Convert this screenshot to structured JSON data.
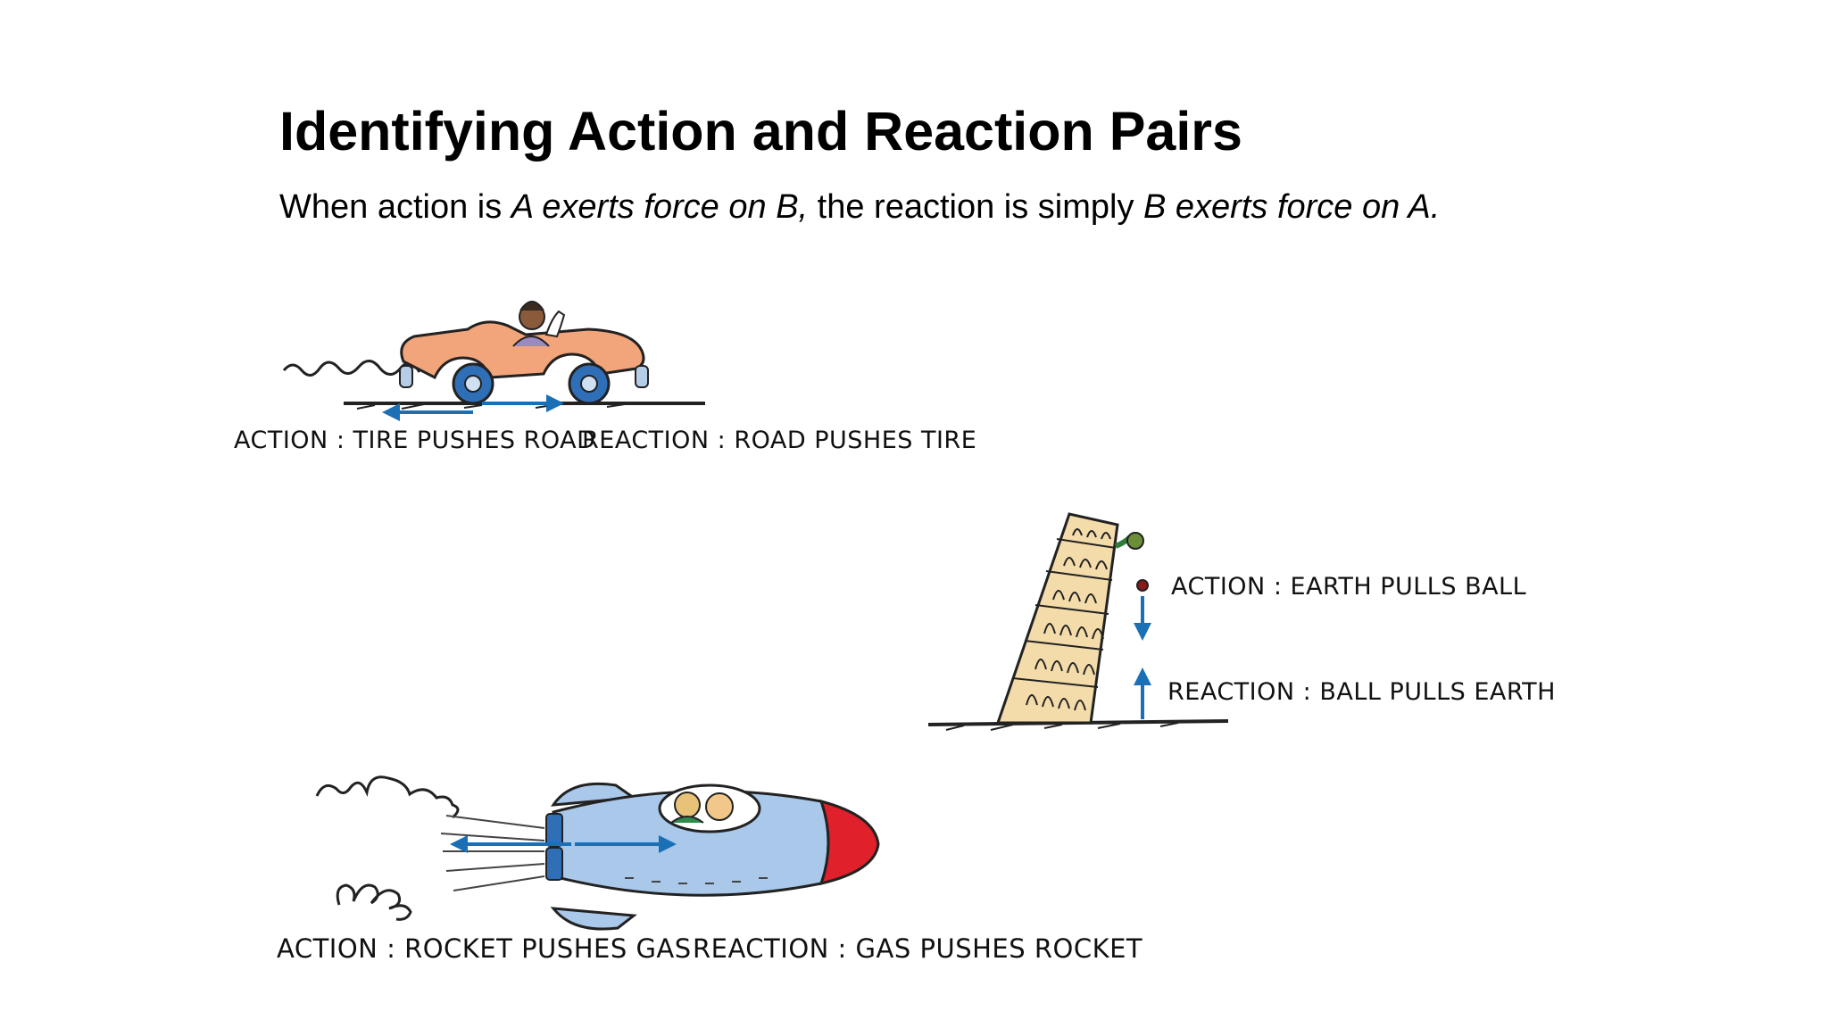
{
  "slide": {
    "title": "Identifying Action and Reaction Pairs",
    "subtitle": {
      "part1": "When action is ",
      "italic1": "A exerts force on B,",
      "part2": " the reaction is simply ",
      "italic2": "B exerts force on A."
    }
  },
  "scenes": {
    "car": {
      "action": "ACTION : TIRE PUSHES ROAD",
      "reaction": "REACTION : ROAD PUSHES TIRE"
    },
    "tower": {
      "action": "ACTION : EARTH PULLS BALL",
      "reaction": "REACTION : BALL PULLS EARTH"
    },
    "rocket": {
      "action": "ACTION : ROCKET PUSHES GAS",
      "reaction": "REACTION : GAS PUSHES ROCKET"
    }
  },
  "colors": {
    "arrow": "#1a6fb5",
    "car_body": "#f2a47a",
    "car_wheel": "#2f6fb7",
    "tower": "#f3dcaa",
    "rocket_body": "#a9c8ea",
    "rocket_nose": "#e0202a"
  }
}
